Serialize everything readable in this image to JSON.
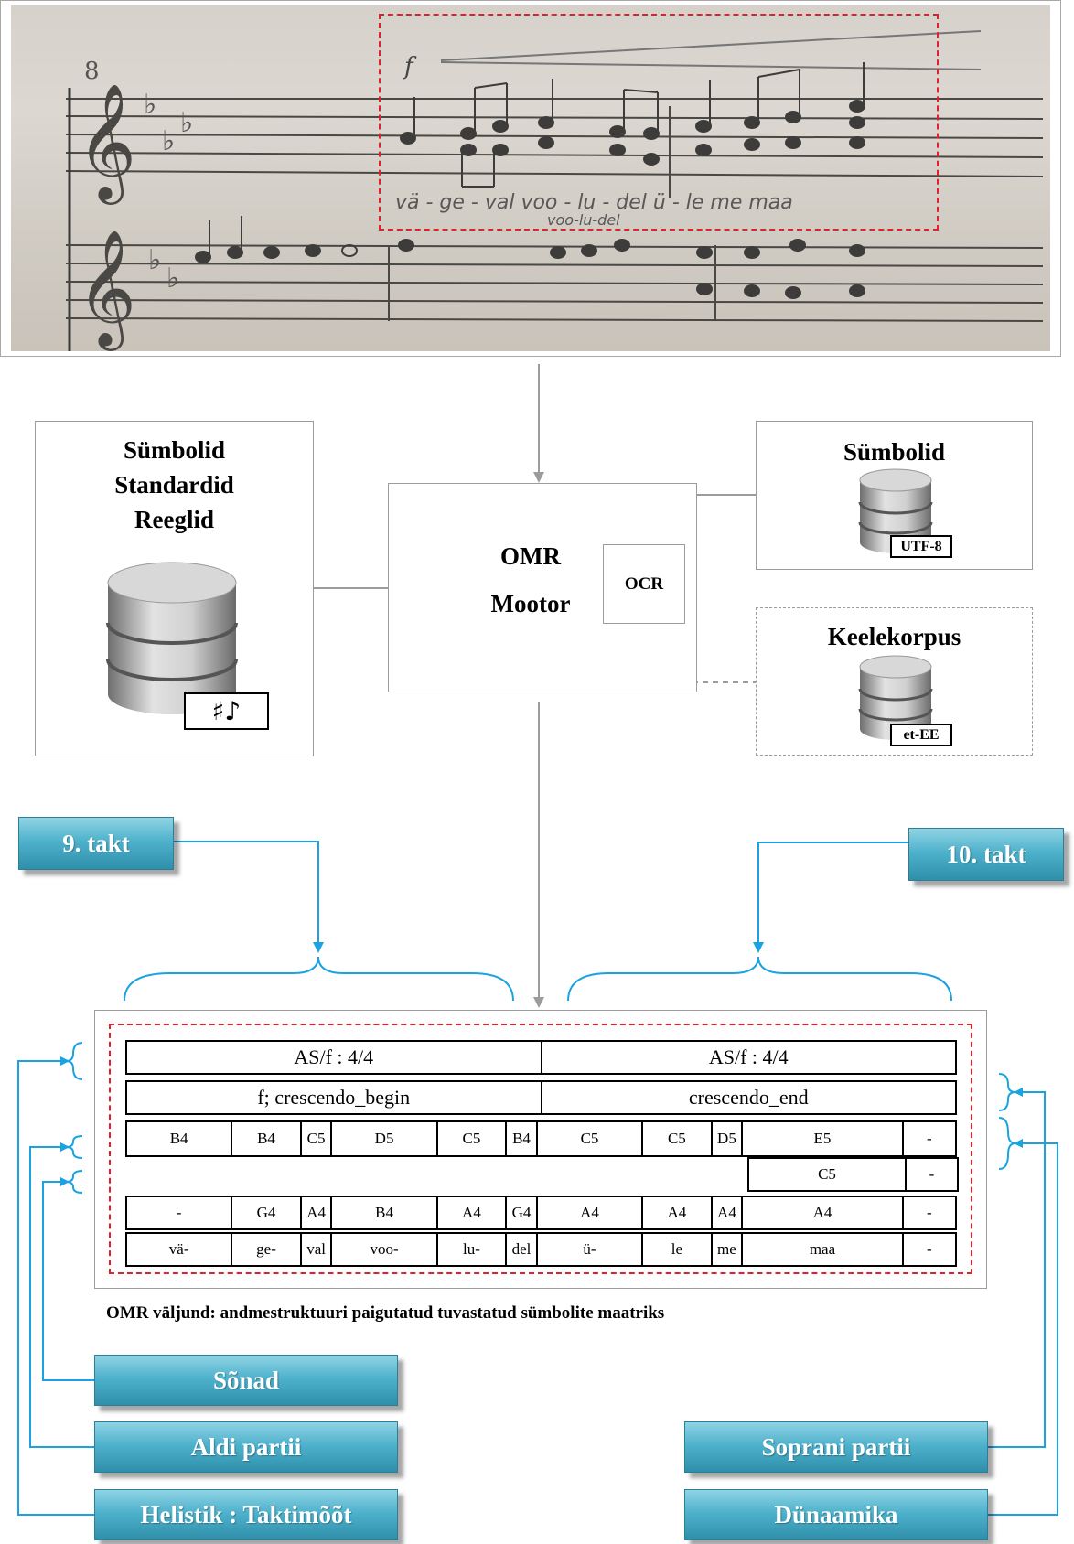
{
  "score_photo": {
    "lyrics_lines": [
      "vä - ge - val voo - lu - del ü - le me maa",
      "voo-lu-del"
    ],
    "measure_number": "8",
    "dynamic_mark": "f"
  },
  "left_db": {
    "lines": [
      "Sümbolid",
      "Standardid",
      "Reeglid"
    ],
    "tag": "♯♪"
  },
  "engine": {
    "line1": "OMR",
    "line2": "Mootor",
    "ocr": "OCR"
  },
  "symbols_db": {
    "title": "Sümbolid",
    "tag": "UTF-8"
  },
  "corpus_db": {
    "title": "Keelekorpus",
    "tag": "et-EE"
  },
  "labels": {
    "takt9": "9. takt",
    "takt10": "10. takt",
    "sonad": "Sõnad",
    "aldi": "Aldi partii",
    "helistik": "Helistik : Taktimõõt",
    "soprani": "Soprani partii",
    "dunaamika": "Dünaamika"
  },
  "matrix": {
    "key_time": [
      "AS/f : 4/4",
      "AS/f : 4/4"
    ],
    "dynamics": [
      "f; crescendo_begin",
      "crescendo_end"
    ],
    "soprano": [
      "B4",
      "B4",
      "C5",
      "D5",
      "C5",
      "B4",
      "C5",
      "C5",
      "D5",
      "E5",
      "-"
    ],
    "soprano2": [
      "C5",
      "-"
    ],
    "alto": [
      "-",
      "G4",
      "A4",
      "B4",
      "A4",
      "G4",
      "A4",
      "A4",
      "A4",
      "A4",
      "-"
    ],
    "lyrics": [
      "vä-",
      "ge-",
      "val",
      "voo-",
      "lu-",
      "del",
      "ü-",
      "le",
      "me",
      "maa",
      "-"
    ]
  },
  "caption": "OMR väljund: andmestruktuuri paigutatud tuvastatud sümbolite maatriks",
  "colors": {
    "accent": "#1aa3e0",
    "dashed_red": "#e0202a",
    "button": "#4fb2cc"
  }
}
